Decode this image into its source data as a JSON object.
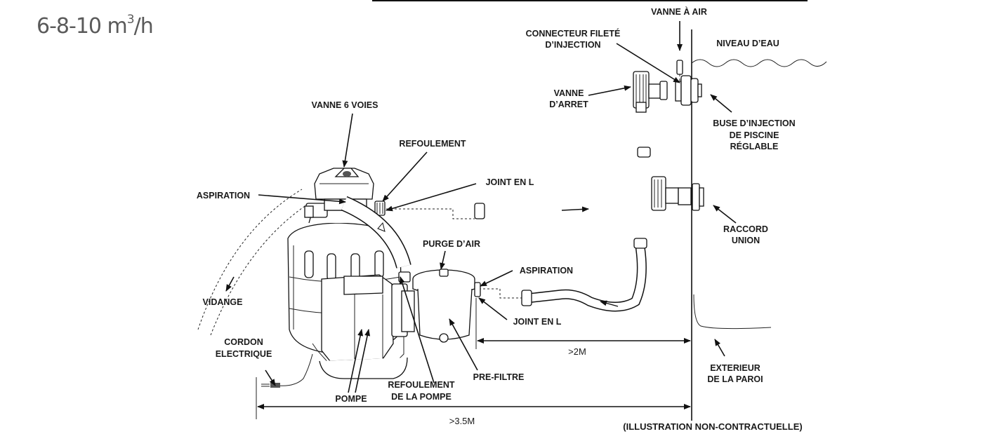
{
  "header": {
    "flow_rate_prefix": "6-8-10 m",
    "flow_rate_exp": "3",
    "flow_rate_suffix": "/h"
  },
  "labels": {
    "vanne_a_air": "VANNE À AIR",
    "connecteur_line1": "CONNECTEUR FILETÉ",
    "connecteur_line2": "D’INJECTION",
    "niveau_eau": "NIVEAU D’EAU",
    "vanne_arret_line1": "VANNE",
    "vanne_arret_line2": "D’ARRET",
    "buse_line1": "BUSE D’INJECTION",
    "buse_line2": "DE PISCINE",
    "buse_line3": "RÉGLABLE",
    "vanne_6_voies": "VANNE 6 VOIES",
    "refoulement": "REFOULEMENT",
    "joint_en_l_top": "JOINT EN L",
    "aspiration_top": "ASPIRATION",
    "raccord_line1": "RACCORD",
    "raccord_line2": "UNION",
    "purge_air": "PURGE D’AIR",
    "aspiration_bottom": "ASPIRATION",
    "vidange": "VIDANGE",
    "joint_en_l_bottom": "JOINT EN L",
    "cordon_line1": "CORDON",
    "cordon_line2": "ELECTRIQUE",
    "pre_filtre": "PRE-FILTRE",
    "refoulement_pompe_line1": "REFOULEMENT",
    "refoulement_pompe_line2": "DE LA POMPE",
    "pompe": "POMPE",
    "exterieur_line1": "EXTERIEUR",
    "exterieur_line2": "DE LA PAROI"
  },
  "dimensions": {
    "short": ">2M",
    "long": ">3.5M"
  },
  "disclaimer": "(ILLUSTRATION NON-CONTRACTUELLE)"
}
